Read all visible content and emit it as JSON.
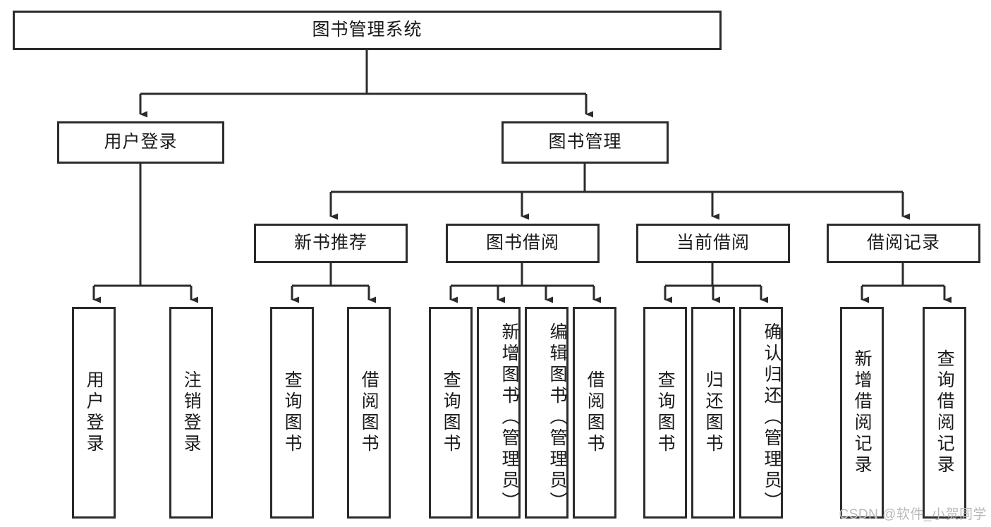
{
  "diagram": {
    "type": "tree",
    "title": "图书管理系统",
    "watermark": "CSDN @软件_小贺同学",
    "colors": {
      "box_border": "#2b2b2b",
      "box_fill": "#ffffff",
      "connector": "#2b2b2b",
      "text": "#1a1a1a",
      "watermark": "#b9b9b9"
    },
    "root": {
      "label": "图书管理系统"
    },
    "level2": [
      {
        "label": "用户登录"
      },
      {
        "label": "图书管理"
      }
    ],
    "level3": [
      {
        "label": "新书推荐"
      },
      {
        "label": "图书借阅"
      },
      {
        "label": "当前借阅"
      },
      {
        "label": "借阅记录"
      }
    ],
    "leaves": {
      "user_login": [
        {
          "label": "用户登录"
        },
        {
          "label": "注销登录"
        }
      ],
      "new_book_recommend": [
        {
          "label": "查询图书"
        },
        {
          "label": "借阅图书"
        }
      ],
      "book_borrow": [
        {
          "label": "查询图书"
        },
        {
          "label": "新增图书（管理员）"
        },
        {
          "label": "编辑图书（管理员）"
        },
        {
          "label": "借阅图书"
        }
      ],
      "current_borrow": [
        {
          "label": "查询图书"
        },
        {
          "label": "归还图书"
        },
        {
          "label": "确认归还（管理员）"
        }
      ],
      "borrow_record": [
        {
          "label": "新增借阅记录"
        },
        {
          "label": "查询借阅记录"
        }
      ]
    }
  }
}
